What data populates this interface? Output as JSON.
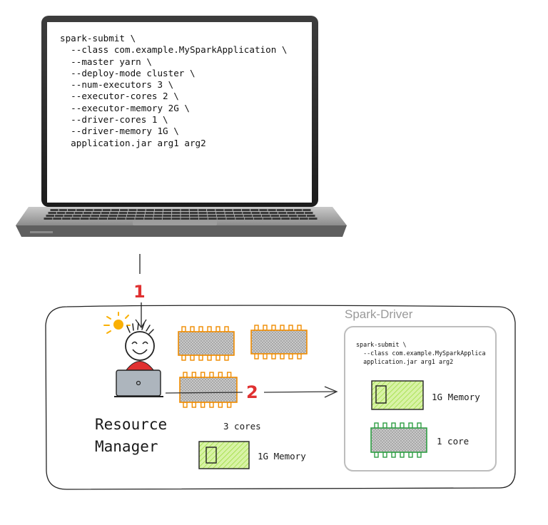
{
  "laptop": {
    "command_lines": [
      "spark-submit \\",
      "  --class com.example.MySparkApplication \\",
      "  --master yarn \\",
      "  --deploy-mode cluster \\",
      "  --num-executors 3 \\",
      "  --executor-cores 2 \\",
      "  --executor-memory 2G \\",
      "  --driver-cores 1 \\",
      "  --driver-memory 1G \\",
      "  application.jar arg1 arg2"
    ]
  },
  "steps": {
    "one": "1",
    "two": "2"
  },
  "resource_manager": {
    "label_line1": "Resource",
    "label_line2": "Manager",
    "cores_label": "3 cores",
    "memory_label": "1G Memory"
  },
  "spark_driver": {
    "title": "Spark-Driver",
    "command_lines": [
      "spark-submit \\",
      "  --class com.example.MySparkApplica",
      "  application.jar arg1 arg2"
    ],
    "memory_label": "1G Memory",
    "core_label": "1 core"
  },
  "colors": {
    "step_red": "#e03131",
    "cpu_orange": "#f08c00",
    "cpu_green": "#2f9e44",
    "memory_fill": "#c0eb75",
    "driver_border": "#bdbdbd",
    "person_red": "#e03131",
    "sun_yellow": "#fab005"
  },
  "icons": {
    "laptop": "laptop-icon",
    "person": "developer-icon",
    "sun": "sun-icon",
    "cpu": "cpu-chip-icon",
    "memory": "memory-module-icon",
    "arrow": "arrow-icon"
  }
}
